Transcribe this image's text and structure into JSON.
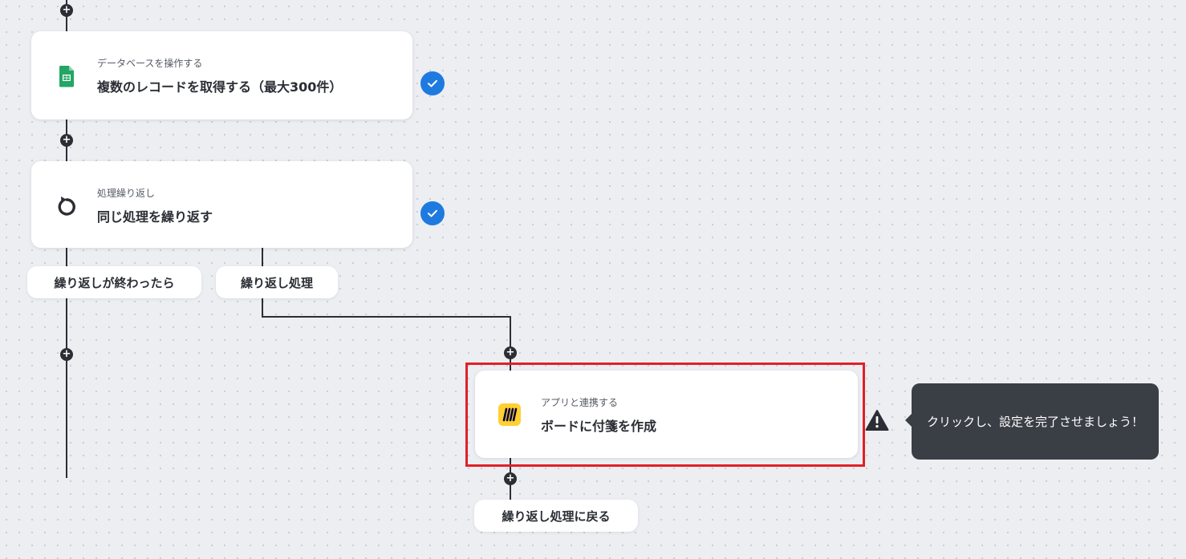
{
  "steps": [
    {
      "subtitle": "データベースを操作する",
      "title": "複数のレコードを取得する（最大300件）",
      "icon": "google-sheets-icon",
      "status": "completed"
    },
    {
      "subtitle": "処理繰り返し",
      "title": "同じ処理を繰り返す",
      "icon": "loop-icon",
      "status": "completed"
    },
    {
      "subtitle": "アプリと連携する",
      "title": "ボードに付箋を作成",
      "icon": "miro-icon",
      "status": "warning"
    }
  ],
  "branches": {
    "after_loop": "繰り返しが終わったら",
    "loop_process": "繰り返し処理",
    "back_to_loop": "繰り返し処理に戻る"
  },
  "tooltip": {
    "text": "クリックし、設定を完了させましょう！"
  },
  "colors": {
    "accent_blue": "#1f7ae0",
    "highlight_red": "#e02027",
    "sheets_green": "#23a566",
    "miro_yellow": "#ffd02f",
    "tooltip_bg": "#3a3e45"
  }
}
